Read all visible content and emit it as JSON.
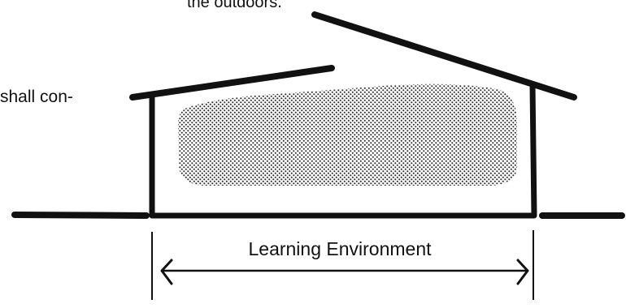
{
  "text": {
    "top_fragment": "the outdoors.",
    "side_fragment": "shall con-",
    "span_label": "Learning Environment"
  },
  "colors": {
    "ink": "#111111",
    "stipple": "#2b2b2b",
    "background": "#ffffff"
  }
}
